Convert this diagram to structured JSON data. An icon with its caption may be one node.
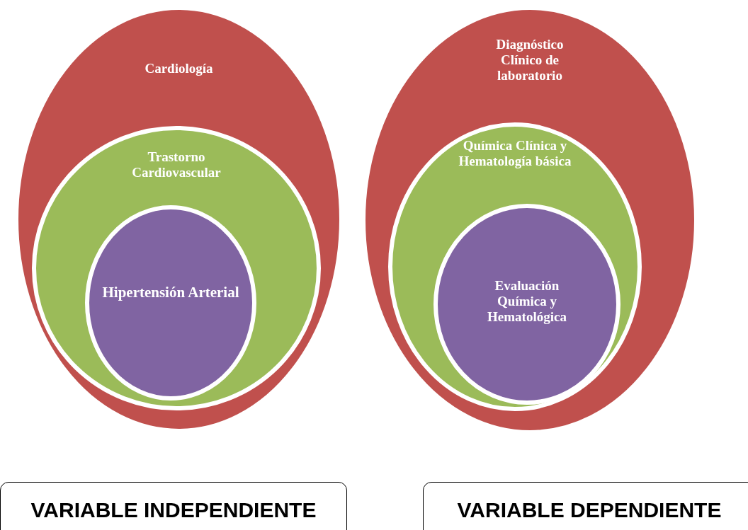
{
  "diagram": {
    "nodes": [
      {
        "text": [
          "Cardiología"
        ]
      },
      {
        "text": [
          "Trastorno Cardiovascular"
        ],
        "in": 0
      },
      {
        "text": [
          "Hipertensión Arterial"
        ],
        "in": 1
      },
      {
        "text": [
          "Diagnóstico Clínico de laboratorio"
        ]
      },
      {
        "text": [
          "Química Clínica y Hematología básica"
        ],
        "in": 3
      },
      {
        "text": [
          "Evaluación Química y Hematológica"
        ],
        "in": 4
      },
      {
        "text": [
          "VARIABLE INDEPENDIENTE"
        ]
      },
      {
        "text": [
          "VARIABLE DEPENDIENTE"
        ]
      }
    ],
    "edges": []
  }
}
